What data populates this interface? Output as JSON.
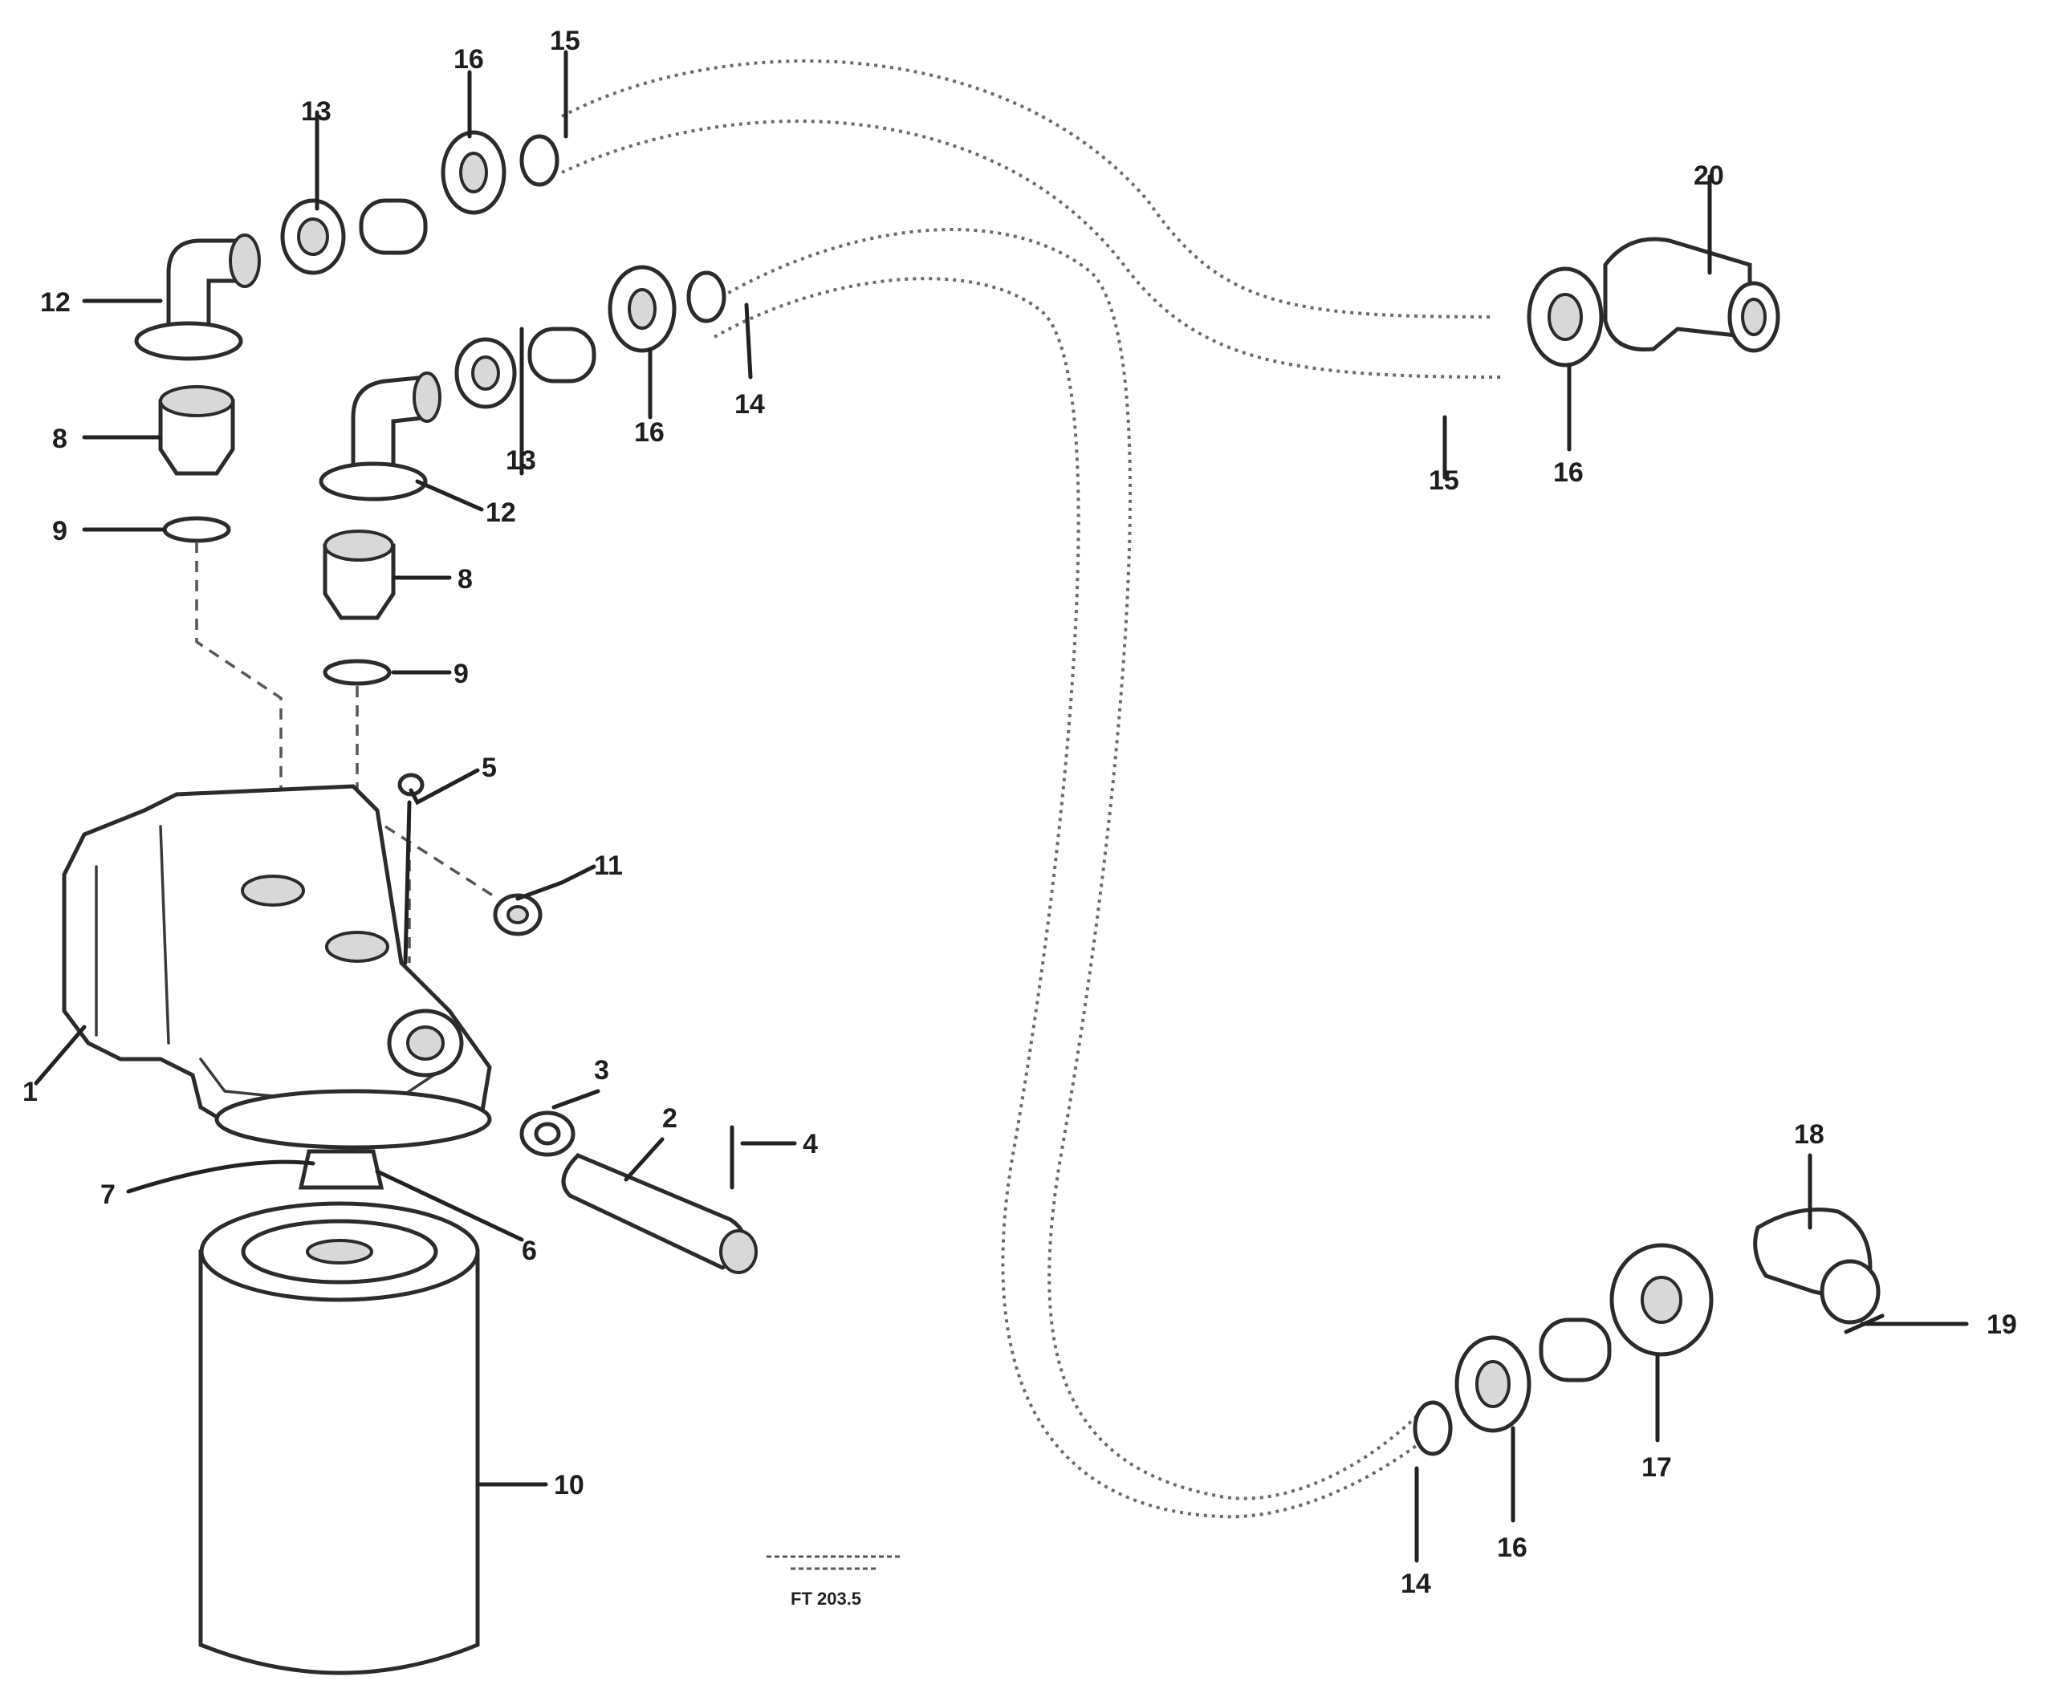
{
  "callouts": [
    {
      "id": "c1",
      "text": "1"
    },
    {
      "id": "c2",
      "text": "2"
    },
    {
      "id": "c3",
      "text": "3"
    },
    {
      "id": "c4",
      "text": "4"
    },
    {
      "id": "c5",
      "text": "5"
    },
    {
      "id": "c6",
      "text": "6"
    },
    {
      "id": "c7",
      "text": "7"
    },
    {
      "id": "c8a",
      "text": "8"
    },
    {
      "id": "c8b",
      "text": "8"
    },
    {
      "id": "c9a",
      "text": "9"
    },
    {
      "id": "c9b",
      "text": "9"
    },
    {
      "id": "c10",
      "text": "10"
    },
    {
      "id": "c11",
      "text": "11"
    },
    {
      "id": "c12a",
      "text": "12"
    },
    {
      "id": "c12b",
      "text": "12"
    },
    {
      "id": "c13a",
      "text": "13"
    },
    {
      "id": "c13b",
      "text": "13"
    },
    {
      "id": "c14a",
      "text": "14"
    },
    {
      "id": "c14b",
      "text": "14"
    },
    {
      "id": "c15a",
      "text": "15"
    },
    {
      "id": "c15b",
      "text": "15"
    },
    {
      "id": "c16a",
      "text": "16"
    },
    {
      "id": "c16b",
      "text": "16"
    },
    {
      "id": "c16c",
      "text": "16"
    },
    {
      "id": "c16d",
      "text": "16"
    },
    {
      "id": "c17",
      "text": "17"
    },
    {
      "id": "c18",
      "text": "18"
    },
    {
      "id": "c19",
      "text": "19"
    },
    {
      "id": "c20",
      "text": "20"
    }
  ],
  "figure_code": "FT 203.5"
}
